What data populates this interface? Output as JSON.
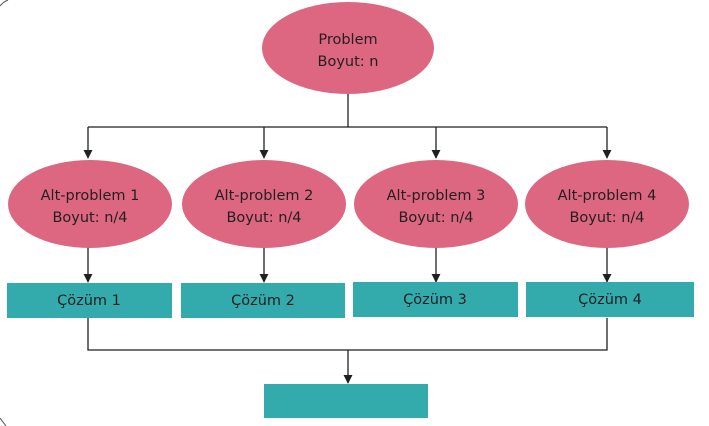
{
  "colors": {
    "ellipse_fill": "#dd6680",
    "box_fill": "#33abad",
    "line": "#231f20",
    "frame": "#555555"
  },
  "root": {
    "title": "Problem",
    "size": "Boyut: n"
  },
  "subproblems": [
    {
      "title": "Alt-problem 1",
      "size": "Boyut: n/4"
    },
    {
      "title": "Alt-problem 2",
      "size": "Boyut: n/4"
    },
    {
      "title": "Alt-problem 3",
      "size": "Boyut: n/4"
    },
    {
      "title": "Alt-problem 4",
      "size": "Boyut: n/4"
    }
  ],
  "solutions": [
    {
      "label": "Çözüm 1"
    },
    {
      "label": "Çözüm 2"
    },
    {
      "label": "Çözüm 3"
    },
    {
      "label": "Çözüm 4"
    }
  ],
  "final": {
    "label": ""
  }
}
